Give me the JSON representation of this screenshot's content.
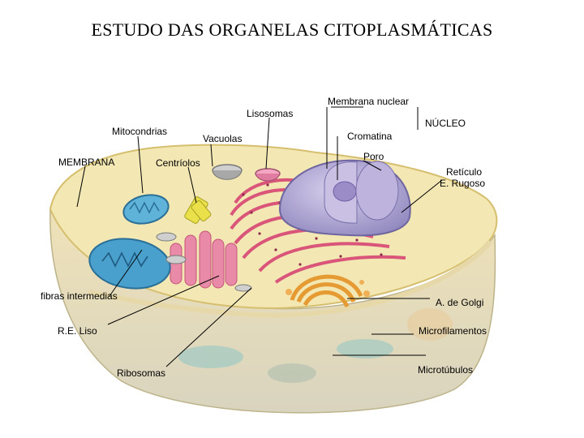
{
  "title": "ESTUDO DAS ORGANELAS CITOPLASMÁTICAS",
  "labels": {
    "membrana": "MEMBRANA",
    "mitocondrias": "Mitocondrias",
    "centriolos": "Centríolos",
    "vacuolas": "Vacuolas",
    "lisosomas": "Lisosomas",
    "membrana_nuclear": "Membrana nuclear",
    "nucleo": "NÚCLEO",
    "cromatina": "Cromatina",
    "poro": "Poro",
    "reticulo_rugoso_1": "Retículo",
    "reticulo_rugoso_2": "E. Rugoso",
    "fibras_intermedias": "fibras intermedias",
    "re_liso": "R.E. Liso",
    "ribosomas": "Ribosomas",
    "golgi": "A. de Golgi",
    "microfilamentos": "Microfilamentos",
    "microtubulos": "Microtúbulos"
  },
  "colors": {
    "membrane": "#e9d9a0",
    "cytoplasm": "#f3e7b4",
    "nucleus": "#a9a0cf",
    "rough_er": "#d9567a",
    "mitochondria": "#4aa0cc",
    "golgi": "#e59a32"
  }
}
